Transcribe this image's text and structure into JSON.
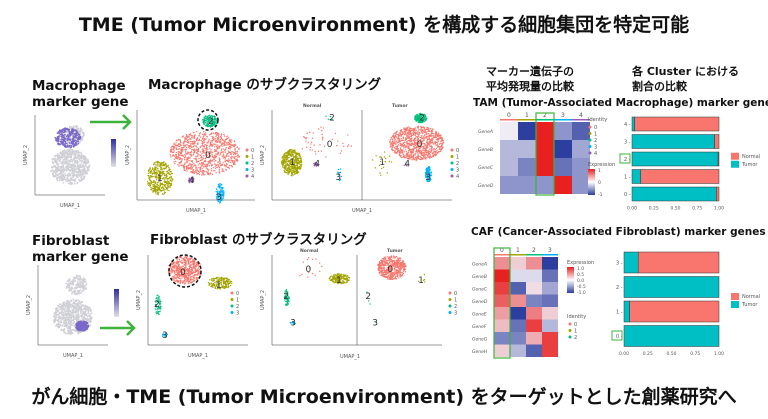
{
  "header": {
    "title": "TME (Tumor Microenvironment) を構成する細胞集団を特定可能"
  },
  "footer": {
    "text": "がん細胞・TME (Tumor Microenvironment) をターゲットとした創薬研究へ"
  },
  "column_headings": {
    "marker": "マーカー遺伝子の\n平均発現量の比較",
    "ratio": "各 Cluster における\n割合の比較"
  },
  "macrophage": {
    "marker_label": "Macrophage\nmarker gene",
    "subclustering_title": "Macrophage のサブクラスタリング",
    "split_titles": [
      "Normal",
      "Tumor"
    ],
    "clusters": [
      "0",
      "1",
      "2",
      "3",
      "4"
    ],
    "highlight_cluster": "2",
    "heatmap": {
      "title": "TAM (Tumor-Associated Macrophage) marker genes",
      "columns": [
        "0",
        "1",
        "2",
        "3",
        "4"
      ],
      "rows": [
        "GeneA",
        "GeneB",
        "GeneC",
        "GeneD"
      ],
      "values": [
        [
          0,
          -1,
          1.5,
          -0.5,
          -0.8
        ],
        [
          -0.3,
          -0.3,
          1.5,
          -1.2,
          -0.4
        ],
        [
          -0.3,
          -0.6,
          1.7,
          -0.7,
          -0.5
        ],
        [
          -0.5,
          -0.5,
          -0.5,
          1.8,
          -0.5
        ]
      ],
      "legend_expression": "Expression",
      "expression_ticks": [
        "1",
        "0",
        "-1"
      ],
      "legend_identity": "Identity"
    },
    "proportion": {
      "clusters": [
        "4",
        "3",
        "2",
        "1",
        "0"
      ],
      "tumor_fraction": [
        0.03,
        0.95,
        0.99,
        0.1,
        0.97
      ],
      "highlight": "2"
    }
  },
  "fibroblast": {
    "marker_label": "Fibroblast\nmarker gene",
    "subclustering_title": "Fibroblast のサブクラスタリング",
    "split_titles": [
      "Normal",
      "Tumor"
    ],
    "clusters": [
      "0",
      "1",
      "2",
      "3"
    ],
    "highlight_cluster": "0",
    "heatmap": {
      "title": "CAF (Cancer-Associated Fibroblast) marker genes",
      "columns": [
        "0",
        "1",
        "2",
        "3"
      ],
      "rows": [
        "GeneA",
        "GeneB",
        "GeneC",
        "GeneD",
        "GeneE",
        "GeneF",
        "GeneG",
        "GeneH"
      ],
      "values": [
        [
          0.6,
          0.2,
          0.6,
          -1.2
        ],
        [
          1.3,
          -0.1,
          -0.1,
          -0.7
        ],
        [
          1.1,
          -0.8,
          0.1,
          -0.4
        ],
        [
          0.9,
          0.6,
          -0.6,
          -0.7
        ],
        [
          0.5,
          -1.3,
          0.7,
          0.2
        ],
        [
          0.3,
          -0.7,
          1.1,
          -0.3
        ],
        [
          -0.6,
          -0.6,
          0.4,
          1.1
        ],
        [
          0.2,
          -0.3,
          -0.8,
          1.1
        ]
      ],
      "legend_expression": "Expression",
      "expression_ticks": [
        "1.0",
        "0.5",
        "0.0",
        "-0.5",
        "-1.0"
      ],
      "legend_identity": "Identity"
    },
    "proportion": {
      "clusters": [
        "3",
        "2",
        "1",
        "0"
      ],
      "tumor_fraction": [
        0.15,
        1.0,
        0.06,
        1.0
      ],
      "highlight": "0"
    }
  },
  "axes": {
    "umap_x": "UMAP_1",
    "umap_y": "UMAP_2",
    "prop_ticks": [
      "0.00",
      "0.25",
      "0.50",
      "0.75",
      "1.00"
    ]
  },
  "legend": {
    "normal": "Normal",
    "tumor": "Tumor"
  },
  "colors": {
    "c0": "#F8766D",
    "c1": "#A3A500",
    "c2": "#00BF7D",
    "c3": "#00B0F6",
    "c4": "#9B59B6",
    "normal": "#F8766D",
    "tumor": "#00BFC4",
    "arrow": "#3DB33D",
    "highlight": "#3DB33D",
    "low": "#2C3E9E",
    "high": "#E8201F"
  }
}
